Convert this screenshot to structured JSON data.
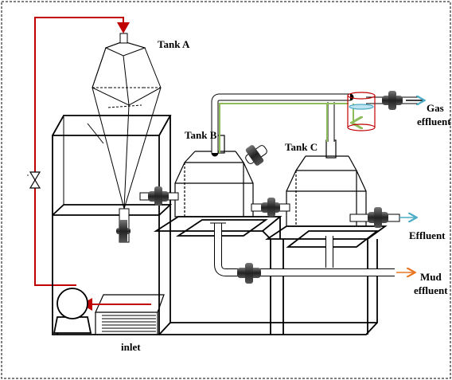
{
  "labels": {
    "tank_a": "Tank A",
    "tank_b": "Tank B",
    "tank_c": "Tank C",
    "gas_effluent_line1": "Gas",
    "gas_effluent_line2": "effluent",
    "effluent": "Effluent",
    "mud_effluent_line1": "Mud",
    "mud_effluent_line2": "effluent",
    "inlet": "inlet"
  },
  "colors": {
    "recycle_line": "#c00000",
    "gas_line": "#8fbc5a",
    "effluent_arrow": "#4bacc6",
    "mud_arrow": "#e87722",
    "gas_collector": "#c00000",
    "valve_body": "#303030"
  }
}
